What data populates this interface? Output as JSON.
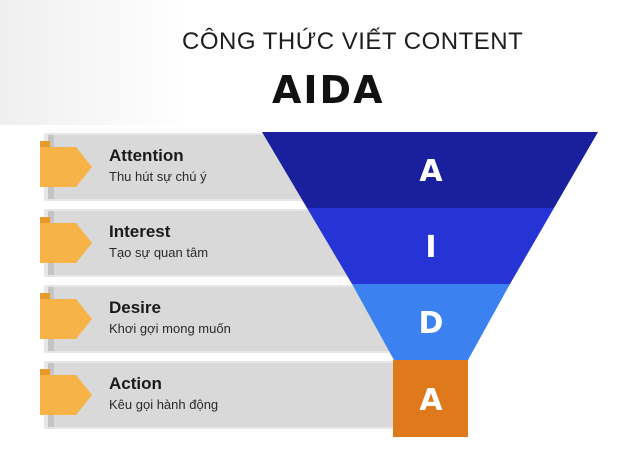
{
  "header": {
    "subtitle": "CÔNG THỨC VIẾT CONTENT",
    "title": "AIDA"
  },
  "stages": [
    {
      "name": "Attention",
      "desc": "Thu hút sự chú ý",
      "letter": "A",
      "color": "#1a1f9e"
    },
    {
      "name": "Interest",
      "desc": "Tạo sự quan tâm",
      "letter": "I",
      "color": "#2634d6"
    },
    {
      "name": "Desire",
      "desc": "Khơi gợi mong muốn",
      "letter": "D",
      "color": "#3b82f0"
    },
    {
      "name": "Action",
      "desc": "Kêu gọi hành động",
      "letter": "A",
      "color": "#de7a1c"
    }
  ],
  "colors": {
    "tag": "#f7b248",
    "tag_shade": "#e59a2a",
    "row_bg": "#d9d9d9"
  }
}
